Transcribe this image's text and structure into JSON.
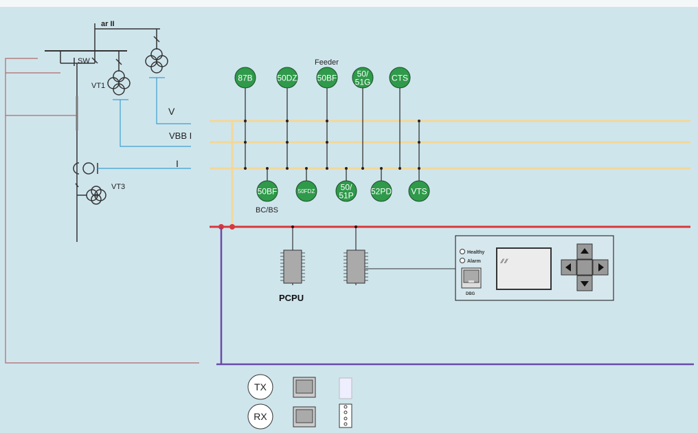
{
  "colors": {
    "background": "#cfe5ec",
    "relay_fill": "#2e9a4a",
    "analog_bus": "#f3d79a",
    "digital_bus": "#d9383a",
    "comm_bus": "#6a4aa8",
    "signal": "#3aa0d0",
    "wiring": "#b06a6a"
  },
  "substation": {
    "busbar_label": "ar II",
    "switch_label": "SW",
    "vt1_label": "VT1",
    "vt3_label": "VT3",
    "signal_labels": [
      "V",
      "VBB I",
      "I"
    ]
  },
  "feeder": {
    "title": "Feeder",
    "top_relays": [
      "87B",
      "50DZ",
      "50BF",
      "50/\n51G",
      "CTS"
    ],
    "bottom_relays": [
      "50BF",
      "50FDZ",
      "50/\n51P",
      "52PD",
      "VTS"
    ],
    "bottom_caption": "BC/BS"
  },
  "processor": {
    "label": "PCPU"
  },
  "device": {
    "led_healthy": "Healthy",
    "led_alarm": "Alarm",
    "port_label": "DBG",
    "icons": [
      "arrow-up-icon",
      "arrow-left-icon",
      "arrow-right-icon",
      "arrow-down-icon"
    ]
  },
  "comm": {
    "tx": "TX",
    "rx": "RX"
  }
}
